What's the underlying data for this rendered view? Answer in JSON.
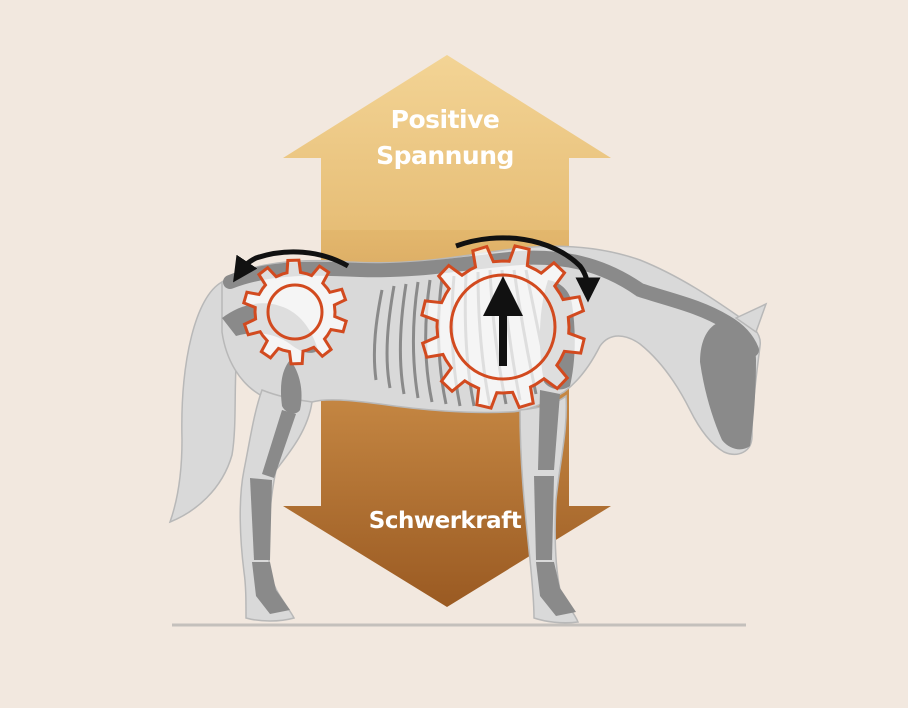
{
  "labels": {
    "upper_arrow": [
      "Positive",
      "Spannung"
    ],
    "lower_arrow": "Schwerkraft"
  },
  "colors": {
    "background": "#f2e8df",
    "arrow_up_light": "#f1cf8e",
    "arrow_down_dark": "#9a5a22",
    "horse_body": "#d8d8d8",
    "bones": "#8a8a8a",
    "gear_stroke": "#d24a1f",
    "motion_arrows": "#111111"
  },
  "icons": [
    "force-arrow-up-icon",
    "force-arrow-down-icon",
    "horse-skeleton-icon",
    "gear-icon",
    "curved-arrow-icon"
  ]
}
